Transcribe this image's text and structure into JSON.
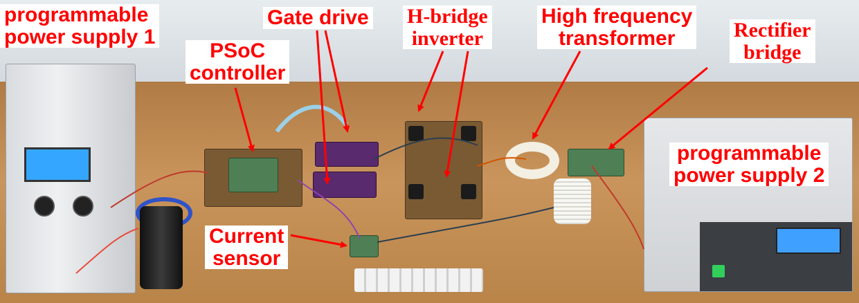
{
  "labels": {
    "psu1": [
      "programmable",
      "power supply 1"
    ],
    "psoc": [
      "PSoC",
      "controller"
    ],
    "gate_drive": "Gate drive",
    "h_bridge": [
      "H-bridge",
      "inverter"
    ],
    "hf_transformer": [
      "High frequency",
      "transformer"
    ],
    "rectifier": [
      "Rectifier",
      "bridge"
    ],
    "current_sensor": [
      "Current",
      "sensor"
    ],
    "psu2": [
      "programmable",
      "power supply 2"
    ]
  },
  "colors": {
    "label_text": "#ff0000",
    "arrow": "#ff0000",
    "label_background": "#ffffff"
  }
}
